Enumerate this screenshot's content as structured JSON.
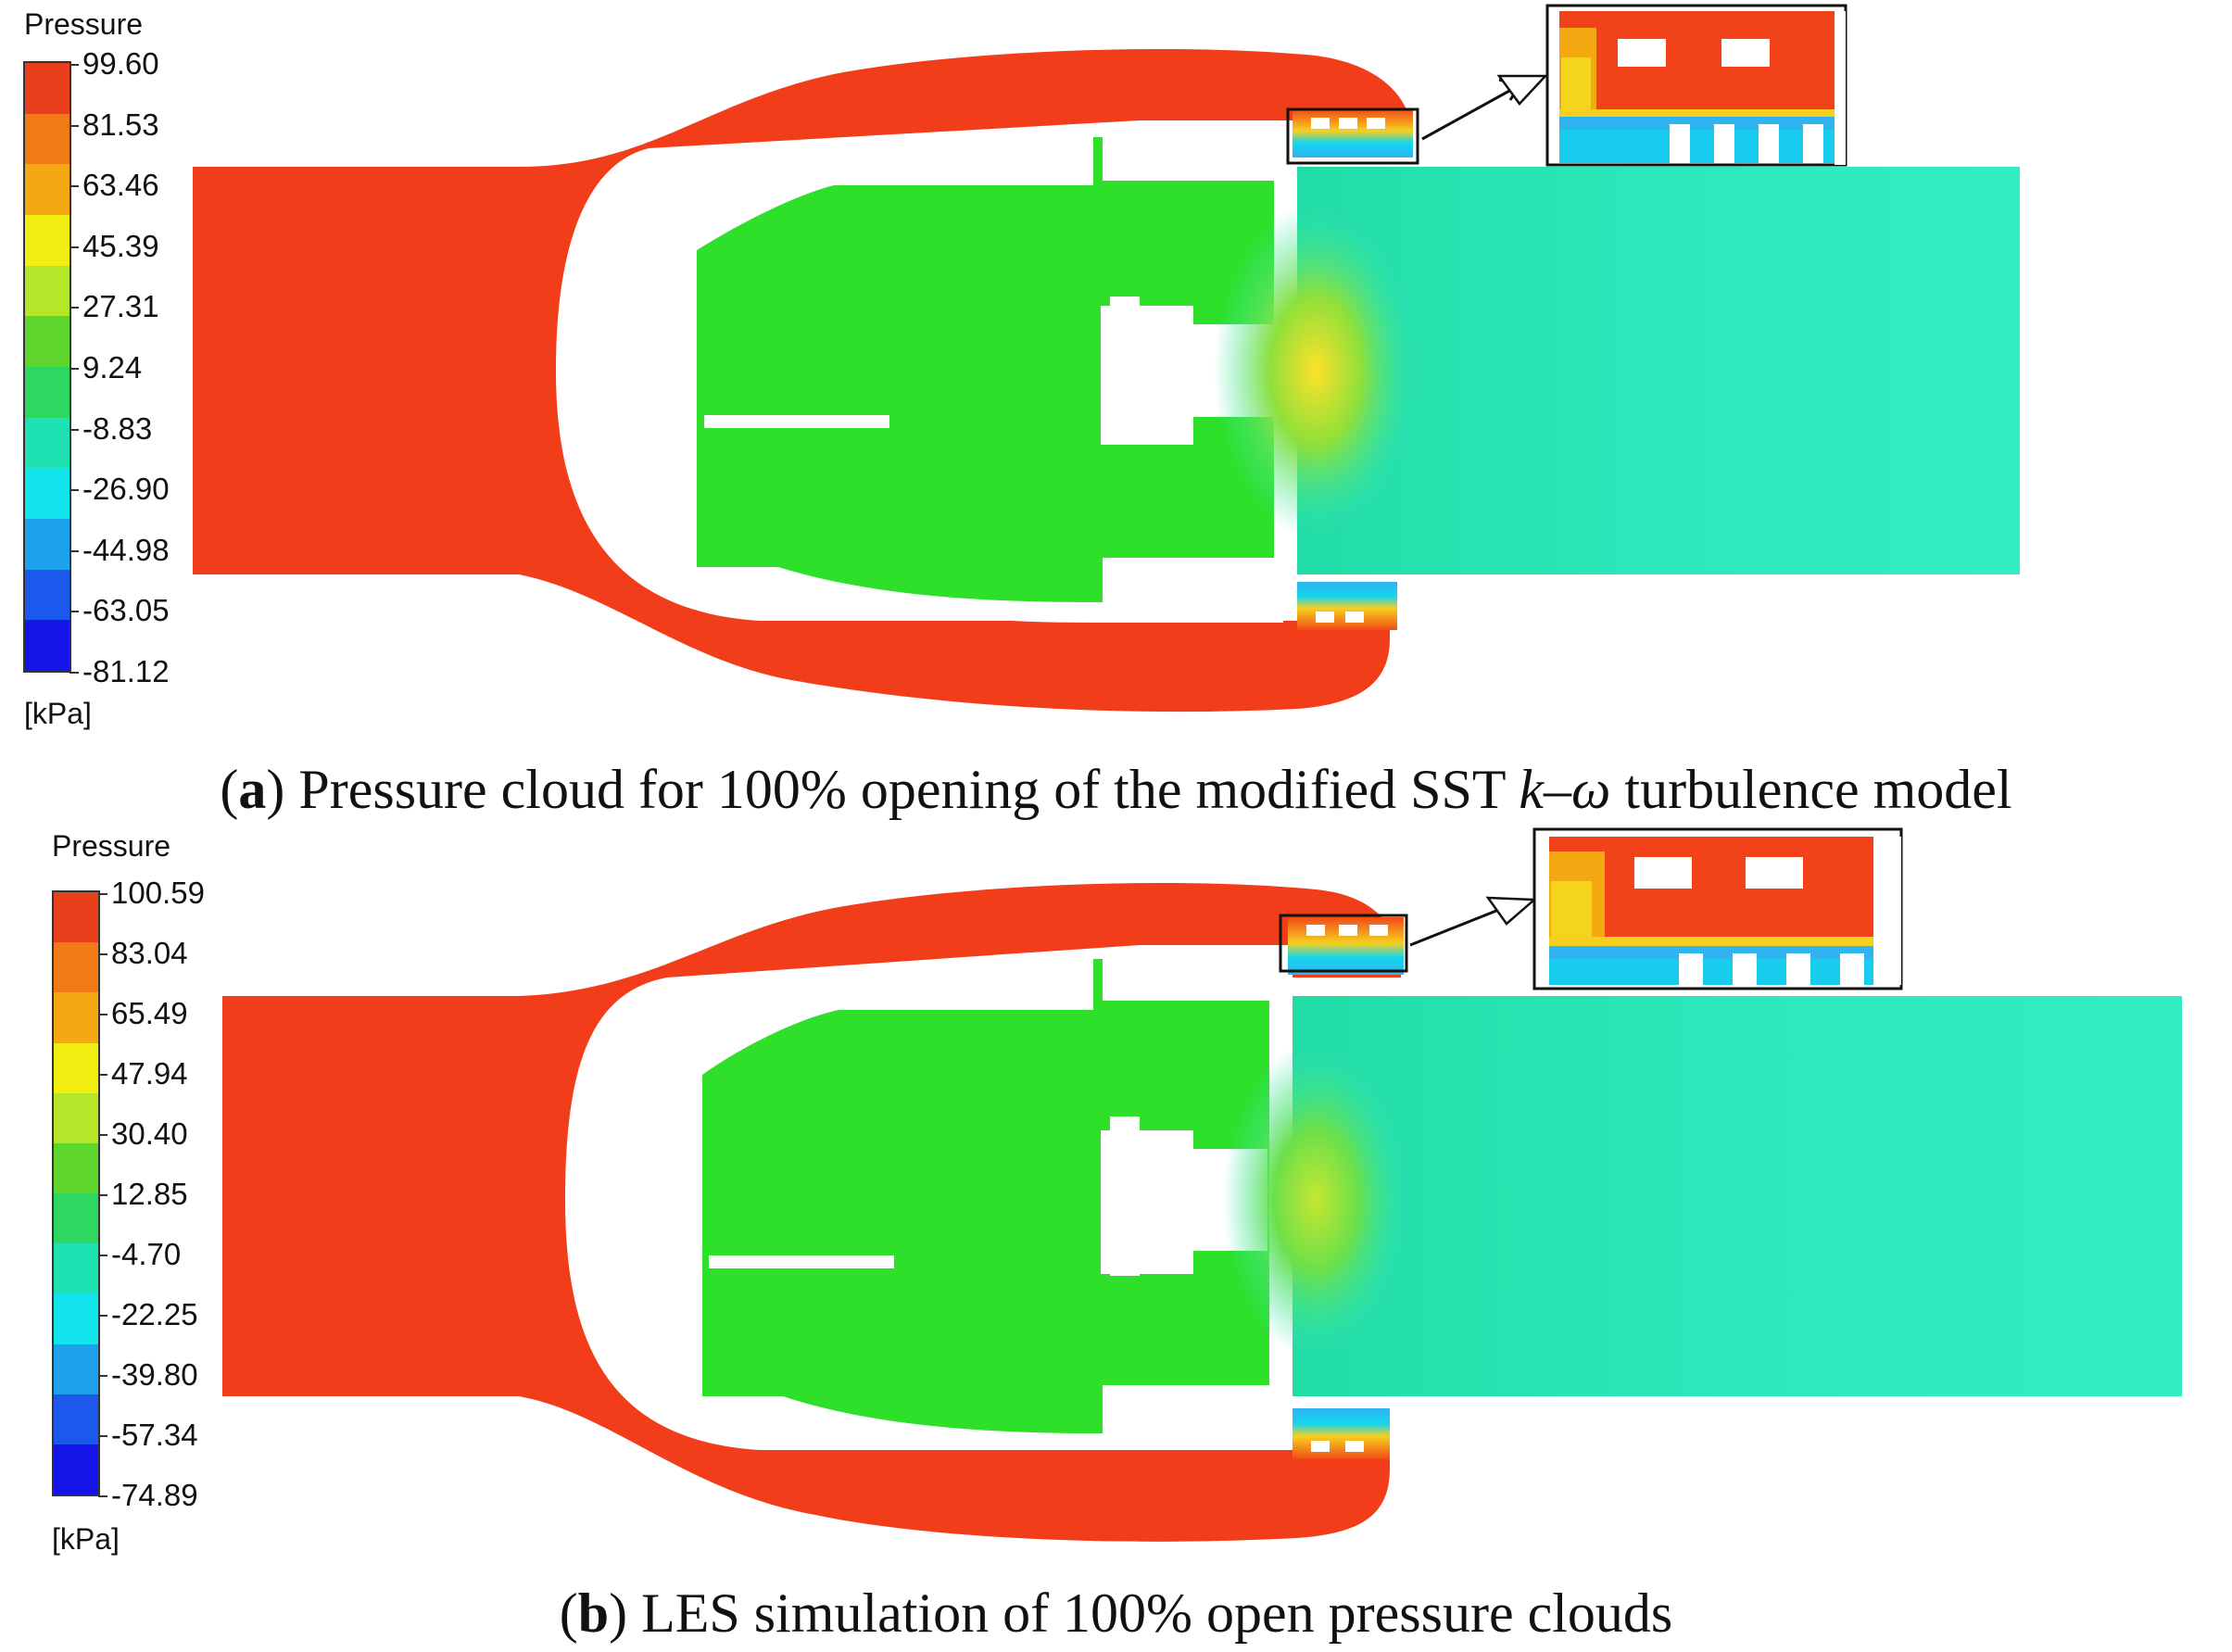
{
  "panels": [
    {
      "id": "a",
      "legend": {
        "title": "Pressure",
        "unit": "[kPa]",
        "labels": [
          "99.60",
          "81.53",
          "63.46",
          "45.39",
          "27.31",
          "9.24",
          "-8.83",
          "-26.90",
          "-44.98",
          "-63.05",
          "-81.12"
        ]
      },
      "caption": {
        "letter": "a",
        "text_before": " Pressure cloud for 100% opening of the modified SST ",
        "k": "k",
        "dash": "–",
        "omega": "ω",
        "text_after": " turbulence model"
      }
    },
    {
      "id": "b",
      "legend": {
        "title": "Pressure",
        "unit": "[kPa]",
        "labels": [
          "100.59",
          "83.04",
          "65.49",
          "47.94",
          "30.40",
          "12.85",
          "-4.70",
          "-22.25",
          "-39.80",
          "-57.34",
          "-74.89"
        ]
      },
      "caption": {
        "letter": "b",
        "text": " LES simulation of 100% open pressure clouds"
      }
    }
  ],
  "colormap": [
    "#e8401c",
    "#f07a14",
    "#f6a812",
    "#f2ee14",
    "#b6e62a",
    "#5ed62e",
    "#2ed860",
    "#1ee2b2",
    "#12e6ec",
    "#1ea2ec",
    "#1c58ec",
    "#1414e8"
  ],
  "field_colors": {
    "high": "#f23d1a",
    "body": "#2ee02a",
    "outlet": "#2ee8b6",
    "outlet_light": "#3cf0c0",
    "slot_cold": "#18c8ee",
    "slot_warm": "#f6d620",
    "background": "#ffffff"
  }
}
